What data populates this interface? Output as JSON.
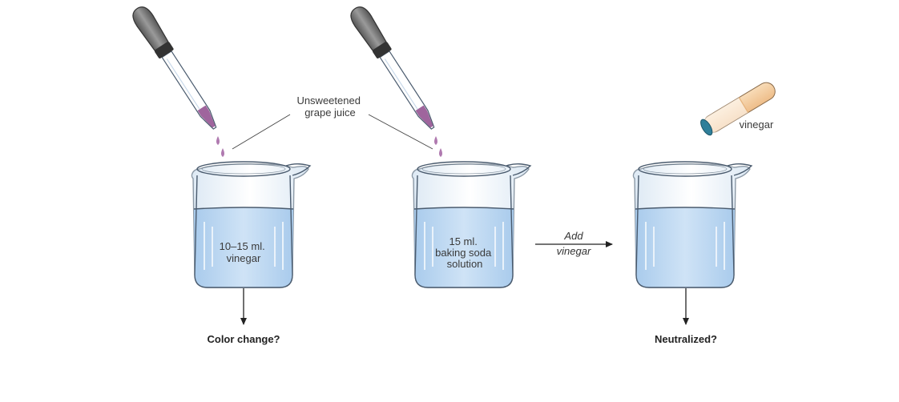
{
  "labels": {
    "indicator_line1": "Unsweetened",
    "indicator_line2": "grape juice",
    "beaker1_line1": "10–15 ml.",
    "beaker1_line2": "vinegar",
    "beaker2_line1": "15 ml.",
    "beaker2_line2": "baking soda",
    "beaker2_line3": "solution",
    "step_line1": "Add",
    "step_line2": "vinegar",
    "tube_label": "vinegar",
    "outcome1": "Color change?",
    "outcome2": "Neutralized?"
  },
  "colors": {
    "liquid": "#bcd8f1",
    "glass_edge": "#4a5b6e",
    "juice": "#8e4a8c",
    "dropper_bulb": "#6e6e6e",
    "tube_cap": "#2f7f9a",
    "tube_fill": "#f3c99c"
  }
}
